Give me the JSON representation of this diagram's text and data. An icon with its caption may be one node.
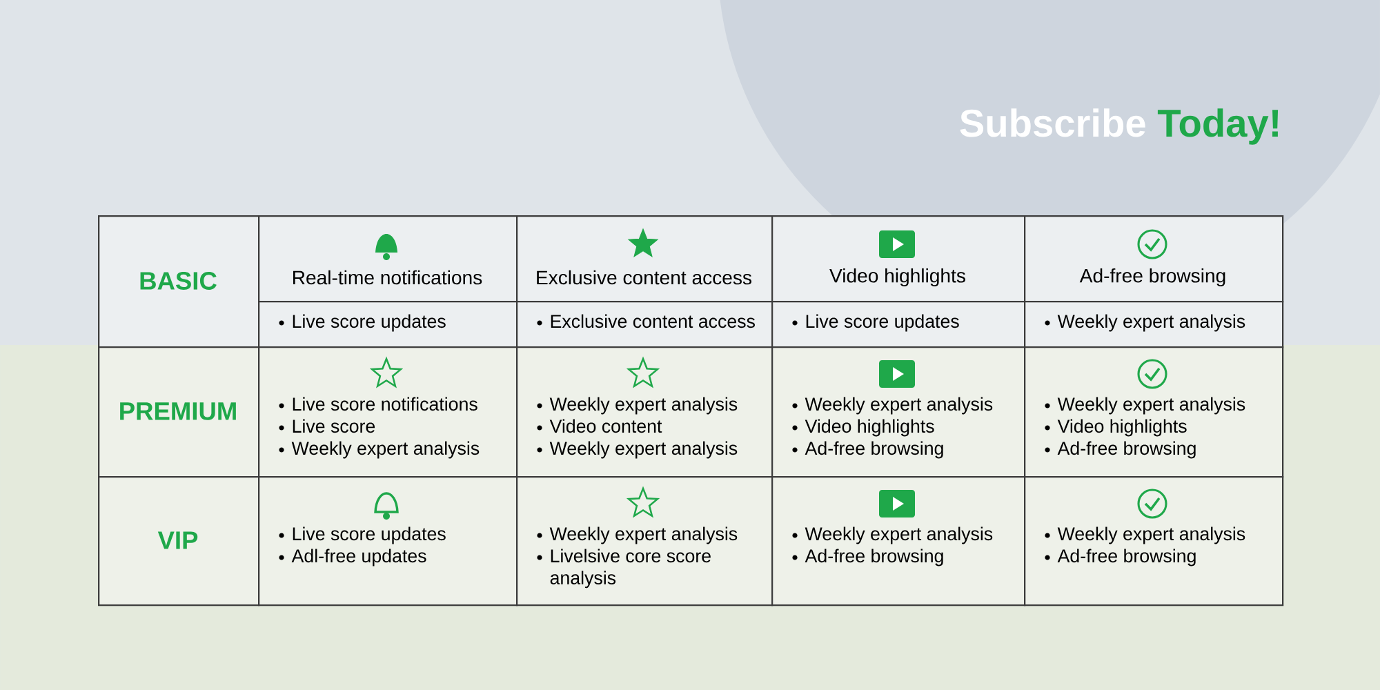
{
  "diagram": {
    "nodes": [
      {
        "text": [
          "BASIC"
        ]
      },
      {
        "text": [
          "Real-time notifications"
        ]
      },
      {
        "text": [
          "Exclusive content access"
        ]
      },
      {
        "text": [
          "Video highlights"
        ]
      },
      {
        "text": [
          "Ad-free browsing"
        ]
      },
      {
        "text": [
          "Live score updates"
        ]
      },
      {
        "text": [
          "Exclusive content access"
        ]
      },
      {
        "text": [
          "Live score updates"
        ]
      },
      {
        "text": [
          "Weekly expert analysis"
        ]
      },
      {
        "text": [
          "PREMIUM"
        ]
      },
      {
        "text": [
          "Live score notifications",
          "Live score",
          "Weekly expert analysis"
        ]
      },
      {
        "text": [
          "Weekly expert analysis",
          "Video content",
          "Weekly expert analysis"
        ]
      },
      {
        "text": [
          "Weekly expert analysis",
          "Video highlights",
          "Ad-free browsing"
        ]
      },
      {
        "text": [
          "Weekly expert analysis",
          "Video highlights",
          "Ad-free browsing"
        ]
      },
      {
        "text": [
          "VIP"
        ]
      },
      {
        "text": [
          "Live score updates",
          "Adl-free updates"
        ]
      },
      {
        "text": [
          "Weekly expert analysis",
          "Livelsive core score analysis"
        ]
      },
      {
        "text": [
          "Weekly expert analysis",
          "Ad-free browsing"
        ]
      },
      {
        "text": [
          "Weekly expert analysis",
          "Ad-free browsing"
        ]
      }
    ],
    "labels": [
      "Subscribe",
      "Today!"
    ]
  }
}
